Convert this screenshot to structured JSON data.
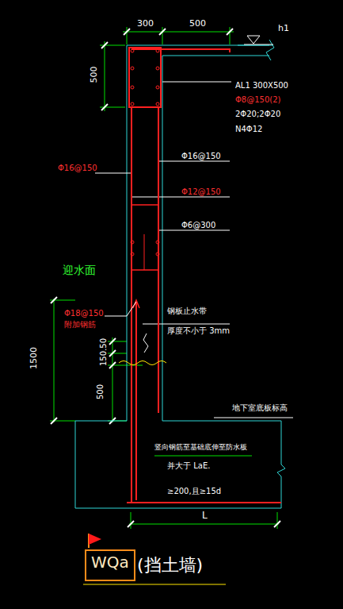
{
  "diagram": {
    "nodes": [
      {
        "text": [
          "WQa"
        ]
      }
    ],
    "labels": [
      "300",
      "500",
      "h1",
      "500",
      "AL1 300X500",
      "Φ8@150(2)",
      "2Φ20;2Φ20",
      "N4Φ12",
      "Φ16@150",
      "Φ16@150",
      "Φ12@150",
      "Φ6@300",
      "迎水面",
      "Φ18@150",
      "附加钢筋",
      "钢板止水带",
      "厚度不小于 3mm",
      "150",
      "150",
      "500",
      "1500",
      "地下室底板标高",
      "竖向钢筋至基础底伸至防水板",
      "并大于 LaE.",
      "≥200,且≥15d",
      "L",
      "(挡土墙)"
    ]
  }
}
